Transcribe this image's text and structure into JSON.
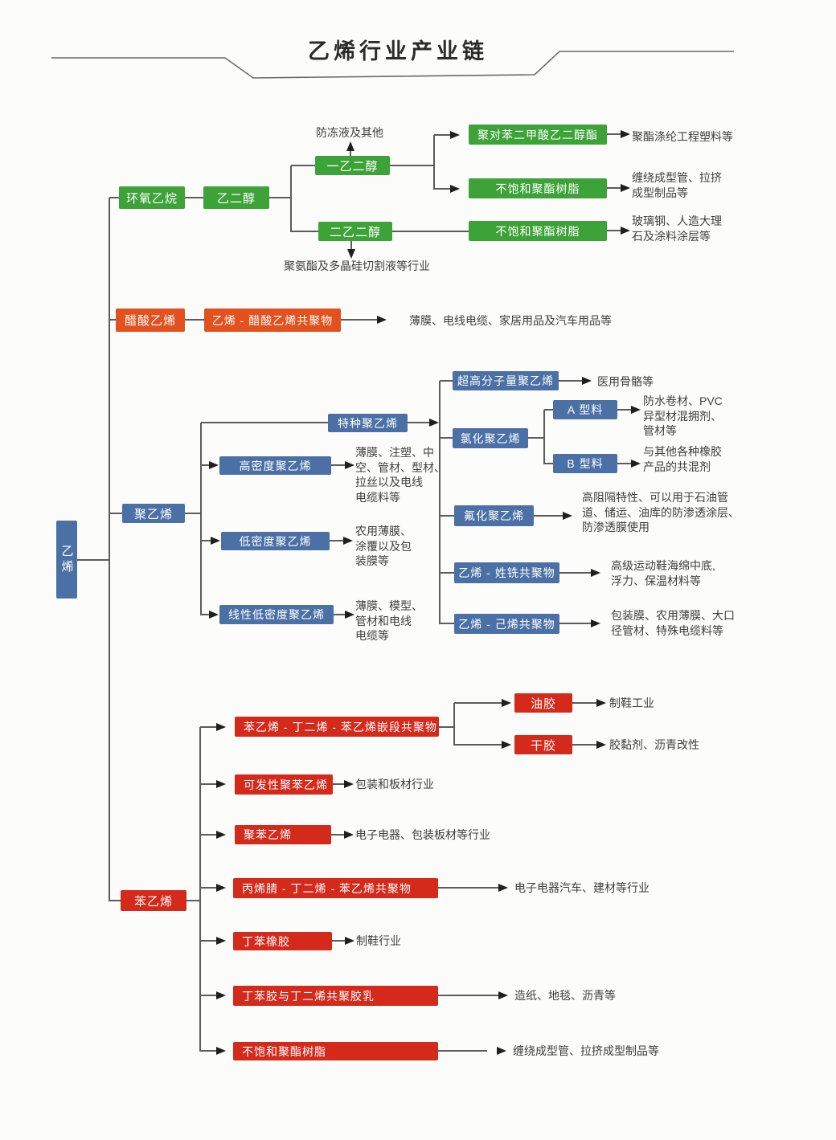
{
  "title": "乙烯行业产业链",
  "colors": {
    "green": "#3da338",
    "orange": "#e2511e",
    "blue": "#4a70a5",
    "red": "#d32a1c",
    "line": "#5c5c5c",
    "arrow": "#1f1f1f",
    "background": "#fcfcfb",
    "title_text": "#2b2b2b",
    "annotation_text": "#3e3e3e"
  },
  "nodes": [
    {
      "id": "ethylene",
      "label": "乙烯",
      "color": "blue"
    },
    {
      "id": "ethylene-oxide",
      "label": "环氧乙烷",
      "color": "green"
    },
    {
      "id": "ethylene-glycol",
      "label": "乙二醇",
      "color": "green"
    },
    {
      "id": "meg",
      "label": "一乙二醇",
      "color": "green"
    },
    {
      "id": "deg",
      "label": "二乙二醇",
      "color": "green"
    },
    {
      "id": "pet",
      "label": "聚对苯二甲酸乙二醇酯",
      "color": "green"
    },
    {
      "id": "upr-1",
      "label": "不饱和聚酯树脂",
      "color": "green"
    },
    {
      "id": "upr-2",
      "label": "不饱和聚酯树脂",
      "color": "green"
    },
    {
      "id": "vinyl-acetate",
      "label": "醋酸乙烯",
      "color": "orange"
    },
    {
      "id": "eva-copolymer",
      "label": "乙烯 - 醋酸乙烯共聚物",
      "color": "orange"
    },
    {
      "id": "polyethylene",
      "label": "聚乙烯",
      "color": "blue"
    },
    {
      "id": "specialty-pe",
      "label": "特种聚乙烯",
      "color": "blue"
    },
    {
      "id": "hdpe",
      "label": "高密度聚乙烯",
      "color": "blue"
    },
    {
      "id": "ldpe",
      "label": "低密度聚乙烯",
      "color": "blue"
    },
    {
      "id": "lldpe",
      "label": "线性低密度聚乙烯",
      "color": "blue"
    },
    {
      "id": "uhmwpe",
      "label": "超高分子量聚乙烯",
      "color": "blue"
    },
    {
      "id": "cpe",
      "label": "氯化聚乙烯",
      "color": "blue"
    },
    {
      "id": "cpe-type-a",
      "label": "A 型料",
      "color": "blue"
    },
    {
      "id": "cpe-type-b",
      "label": "B 型料",
      "color": "blue"
    },
    {
      "id": "fluorinated-pe",
      "label": "氟化聚乙烯",
      "color": "blue"
    },
    {
      "id": "ethylene-octene-copolymer",
      "label": "乙烯 - 姓铣共聚物",
      "color": "blue"
    },
    {
      "id": "ethylene-hexene-copolymer",
      "label": "乙烯 - 己烯共聚物",
      "color": "blue"
    },
    {
      "id": "styrene",
      "label": "苯乙烯",
      "color": "red"
    },
    {
      "id": "sbs-block-copolymer",
      "label": "苯乙烯 - 丁二烯 - 苯乙烯嵌段共聚物",
      "color": "red"
    },
    {
      "id": "oil-rubber",
      "label": "油胶",
      "color": "red"
    },
    {
      "id": "dry-rubber",
      "label": "干胶",
      "color": "red"
    },
    {
      "id": "eps",
      "label": "可发性聚苯乙烯",
      "color": "red"
    },
    {
      "id": "ps",
      "label": "聚苯乙烯",
      "color": "red"
    },
    {
      "id": "abs",
      "label": "丙烯腈 - 丁二烯 - 苯乙烯共聚物",
      "color": "red"
    },
    {
      "id": "sbr",
      "label": "丁苯橡胶",
      "color": "red"
    },
    {
      "id": "sb-latex",
      "label": "丁苯胶与丁二烯共聚胶乳",
      "color": "red"
    },
    {
      "id": "upr-3",
      "label": "不饱和聚酯树脂",
      "color": "red"
    }
  ],
  "annotations": [
    {
      "id": "antifreeze",
      "text": "防冻液及其他"
    },
    {
      "id": "polyurethane-silicon",
      "text": "聚氨酯及多晶硅切割液等行业"
    },
    {
      "id": "polyester-fiber",
      "text": "聚酯涤纶工程塑料等"
    },
    {
      "id": "winding-pipe-1",
      "text": "缠绕成型管、拉挤\n成型制品等"
    },
    {
      "id": "frp-marble",
      "text": "玻璃钢、人造大理\n石及涂料涂层等"
    },
    {
      "id": "film-wire-home",
      "text": "薄膜、电线电缆、家居用品及汽车用品等"
    },
    {
      "id": "medical-bone",
      "text": "医用骨骼等"
    },
    {
      "id": "waterproof-pvc",
      "text": "防水卷材、PVC\n异型材混拥剂、\n管材等"
    },
    {
      "id": "rubber-blend",
      "text": "与其他各种橡胶\n产品的共混剂"
    },
    {
      "id": "hdpe-uses",
      "text": "薄膜、注塑、中\n空、管材、型材、\n拉丝以及电线\n电缆料等"
    },
    {
      "id": "barrier-uses",
      "text": "高阻隔特性、可以用于石油管\n道、储运、油库的防渗透涂层、\n防渗透膜使用"
    },
    {
      "id": "ldpe-uses",
      "text": "农用薄膜、\n涂覆以及包\n装膜等"
    },
    {
      "id": "shoe-midsole",
      "text": "高级运动鞋海绵中底,\n浮力、保温材料等"
    },
    {
      "id": "lldpe-uses",
      "text": "薄膜、模型、\n管材和电线\n电缆等"
    },
    {
      "id": "packaging-film",
      "text": "包装膜、农用薄膜、大口\n径管材、特殊电缆料等"
    },
    {
      "id": "shoe-industry-1",
      "text": "制鞋工业"
    },
    {
      "id": "adhesive-asphalt",
      "text": "胶黏剂、沥青改性"
    },
    {
      "id": "packaging-board",
      "text": "包装和板材行业"
    },
    {
      "id": "electronics-board",
      "text": "电子电器、包装板材等行业"
    },
    {
      "id": "electronics-auto",
      "text": "电子电器汽车、建材等行业"
    },
    {
      "id": "shoe-industry-2",
      "text": "制鞋行业"
    },
    {
      "id": "paper-carpet",
      "text": "造纸、地毯、沥青等"
    },
    {
      "id": "winding-pipe-2",
      "text": "缠绕成型管、拉挤成型制品等"
    }
  ]
}
